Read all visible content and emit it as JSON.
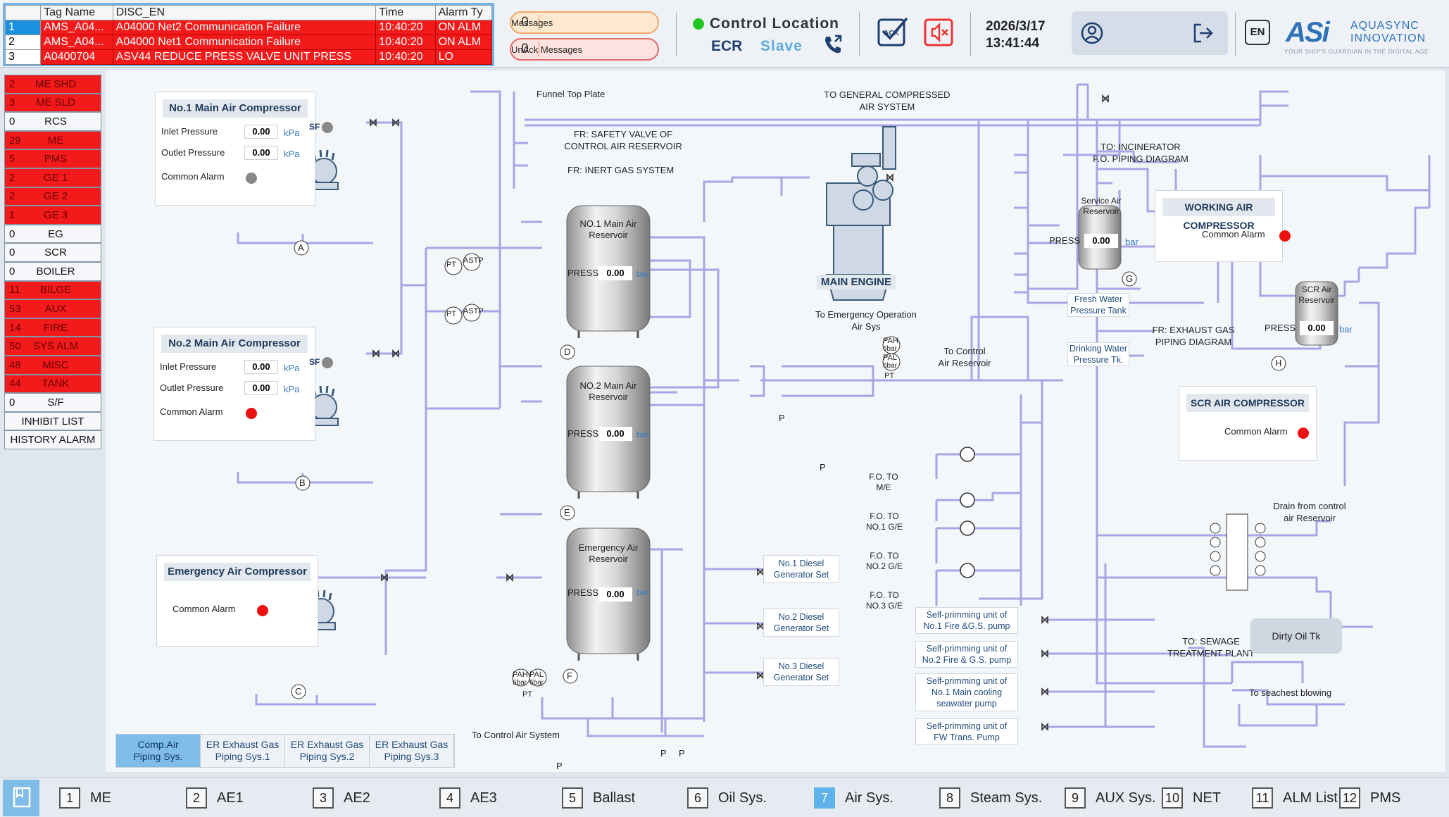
{
  "alarm_table": {
    "headers": [
      "",
      "Tag Name",
      "DISC_EN",
      "Time",
      "Alarm Ty"
    ],
    "rows": [
      {
        "idx": "1",
        "tag": "AMS_A04...",
        "desc": "A04000 Net2 Communication Failure",
        "time": "10:40:20",
        "type": "ON ALM"
      },
      {
        "idx": "2",
        "tag": "AMS_A04...",
        "desc": "A04000 Net1 Communication Failure",
        "time": "10:40:20",
        "type": "ON ALM"
      },
      {
        "idx": "3",
        "tag": "A0400704",
        "desc": "ASV44 REDUCE PRESS VALVE UNIT  PRESS",
        "time": "10:40:20",
        "type": "LO"
      }
    ]
  },
  "messages": {
    "count": "0",
    "label": "Messages"
  },
  "unack": {
    "count": "0",
    "label": "UnAck Messages"
  },
  "control_location": {
    "title": "Control Location",
    "place": "ECR",
    "role": "Slave"
  },
  "datetime": {
    "date": "2026/3/17",
    "time": "13:41:44"
  },
  "lang": "EN",
  "logo": {
    "mark": "ASi",
    "line1": "AQUASYNC",
    "line2": "INNOVATION",
    "slogan": "YOUR SHIP'S GUARDIAN IN THE DIGITAL AGE"
  },
  "groups": [
    {
      "n": "2",
      "t": "ME SHD",
      "alarm": true
    },
    {
      "n": "3",
      "t": "ME SLD",
      "alarm": true
    },
    {
      "n": "0",
      "t": "RCS",
      "alarm": false
    },
    {
      "n": "29",
      "t": "ME",
      "alarm": true
    },
    {
      "n": "5",
      "t": "PMS",
      "alarm": true
    },
    {
      "n": "2",
      "t": "GE 1",
      "alarm": true
    },
    {
      "n": "2",
      "t": "GE 2",
      "alarm": true
    },
    {
      "n": "1",
      "t": "GE 3",
      "alarm": true
    },
    {
      "n": "0",
      "t": "EG",
      "alarm": false
    },
    {
      "n": "0",
      "t": "SCR",
      "alarm": false
    },
    {
      "n": "0",
      "t": "BOILER",
      "alarm": false
    },
    {
      "n": "11",
      "t": "BILGE",
      "alarm": true
    },
    {
      "n": "53",
      "t": "AUX",
      "alarm": true
    },
    {
      "n": "14",
      "t": "FIRE",
      "alarm": true
    },
    {
      "n": "50",
      "t": "SYS ALM",
      "alarm": true
    },
    {
      "n": "48",
      "t": "MISC",
      "alarm": true
    },
    {
      "n": "44",
      "t": "TANK",
      "alarm": true
    },
    {
      "n": "0",
      "t": "S/F",
      "alarm": false
    }
  ],
  "inhibit_list": "INHIBIT LIST",
  "history_alarm": "HISTORY ALARM",
  "compressor1": {
    "title": "No.1 Main Air Compressor",
    "inlet_label": "Inlet Pressure",
    "inlet_val": "0.00",
    "outlet_label": "Outlet Pressure",
    "outlet_val": "0.00",
    "unit": "kPa",
    "alarm_label": "Common Alarm",
    "sf": "SF",
    "marker": "A"
  },
  "compressor2": {
    "title": "No.2 Main Air Compressor",
    "inlet_label": "Inlet Pressure",
    "inlet_val": "0.00",
    "outlet_label": "Outlet Pressure",
    "outlet_val": "0.00",
    "unit": "kPa",
    "alarm_label": "Common Alarm",
    "sf": "SF",
    "marker": "B"
  },
  "emergency_compressor": {
    "title": "Emergency Air Compressor",
    "alarm_label": "Common Alarm",
    "marker": "C"
  },
  "working_compressor": {
    "title": "WORKING AIR COMPRESSOR",
    "alarm_label": "Common Alarm"
  },
  "scr_compressor": {
    "title": "SCR AIR COMPRESSOR",
    "alarm_label": "Common Alarm"
  },
  "reservoir1": {
    "name1": "NO.1 Main Air",
    "name2": "Reservoir",
    "press_label": "PRESS",
    "value": "0.00",
    "unit": "bar",
    "marker": "D"
  },
  "reservoir2": {
    "name1": "NO.2 Main Air",
    "name2": "Reservoir",
    "press_label": "PRESS",
    "value": "0.00",
    "unit": "bar",
    "marker": "E"
  },
  "reservoir_em": {
    "name1": "Emergency Air",
    "name2": "Reservoir",
    "press_label": "PRESS",
    "value": "0.00",
    "unit": "bar",
    "marker": "F"
  },
  "service_reservoir": {
    "name1": "Service Air",
    "name2": "Reservoir",
    "press_label": "PRESS",
    "value": "0.00",
    "unit": "bar",
    "marker": "G"
  },
  "scr_reservoir": {
    "name1": "SCR Air",
    "name2": "Reservoir",
    "press_label": "PRESS",
    "value": "0.00",
    "unit": "bar",
    "marker": "H"
  },
  "labels": {
    "funnel": "Funnel Top Plate",
    "to_general1": "TO GENERAL COMPRESSED",
    "to_general2": "AIR SYSTEM",
    "fr_safety1": "FR: SAFETY VALVE OF",
    "fr_safety2": "CONTROL AIR RESERVOIR",
    "fr_inert": "FR: INERT GAS SYSTEM",
    "to_incin1": "TO: INCINERATOR",
    "to_incin2": "F.O. PIPING DIAGRAM",
    "main_engine": "MAIN ENGINE",
    "to_emerg1": "To Emergency Operation",
    "to_emerg2": "Air Sys",
    "to_control1": "To Control",
    "to_control2": "Air Reservoir",
    "fresh_water1": "Fresh Water",
    "fresh_water2": "Pressure Tank",
    "drinking1": "Drinking Water",
    "drinking2": "Pressure Tk.",
    "fr_exhaust1": "FR: EXHAUST GAS",
    "fr_exhaust2": "PIPING DIAGRAM",
    "fo_me1": "F.O. TO",
    "fo_me2": "M/E",
    "fo_g1a": "F.O. TO",
    "fo_g1b": "NO.1 G/E",
    "fo_g2a": "F.O. TO",
    "fo_g2b": "NO.2 G/E",
    "fo_g3a": "F.O. TO",
    "fo_g3b": "NO.3 G/E",
    "dg1a": "No.1 Diesel",
    "dg1b": "Generator Set",
    "dg2a": "No.2 Diesel",
    "dg2b": "Generator Set",
    "dg3a": "No.3 Diesel",
    "dg3b": "Generator Set",
    "sp1a": "Self-primming unit of",
    "sp1b": "No.1 Fire &G.S. pump",
    "sp2a": "Self-primming unit of",
    "sp2b": "No.2 Fire & G.S. pump",
    "sp3a": "Self-primming unit of",
    "sp3b": "No.1 Main cooling",
    "sp3c": "seawater pump",
    "sp4a": "Self-primming unit of",
    "sp4b": "FW Trans. Pump",
    "sewage1": "TO: SEWAGE",
    "sewage2": "TREATMENT PLANT",
    "seachest": "To seachest blowing",
    "drain1": "Drain from control",
    "drain2": "air Reservoir",
    "dirty_oil": "Dirty Oil Tk",
    "to_control_air": "To Control Air System",
    "p": "P",
    "pt": "PT",
    "astp": "ASTP",
    "pah": "PAH",
    "pal": "PAL",
    "bar": "6bar"
  },
  "subtabs": [
    {
      "l1": "Comp.Air",
      "l2": "Piping Sys.",
      "active": true
    },
    {
      "l1": "ER Exhaust Gas",
      "l2": "Piping Sys.1",
      "active": false
    },
    {
      "l1": "ER Exhaust Gas",
      "l2": "Piping Sys.2",
      "active": false
    },
    {
      "l1": "ER Exhaust Gas",
      "l2": "Piping Sys.3",
      "active": false
    }
  ],
  "nav": [
    {
      "num": "1",
      "label": "ME"
    },
    {
      "num": "2",
      "label": "AE1"
    },
    {
      "num": "3",
      "label": "AE2"
    },
    {
      "num": "4",
      "label": "AE3"
    },
    {
      "num": "5",
      "label": "Ballast"
    },
    {
      "num": "6",
      "label": "Oil Sys."
    },
    {
      "num": "7",
      "label": "Air Sys.",
      "active": true
    },
    {
      "num": "8",
      "label": "Steam Sys."
    },
    {
      "num": "9",
      "label": "AUX Sys."
    },
    {
      "num": "10",
      "label": "NET"
    },
    {
      "num": "11",
      "label": "ALM List"
    },
    {
      "num": "12",
      "label": "PMS"
    }
  ],
  "colors": {
    "pipe": "#a7a5e6",
    "alarm_red": "#f21a1a",
    "accent_blue": "#5fb3ea"
  },
  "icons": [
    "ack-icon",
    "mute-icon",
    "user-icon",
    "logout-icon",
    "phone-icon",
    "home-icon"
  ]
}
